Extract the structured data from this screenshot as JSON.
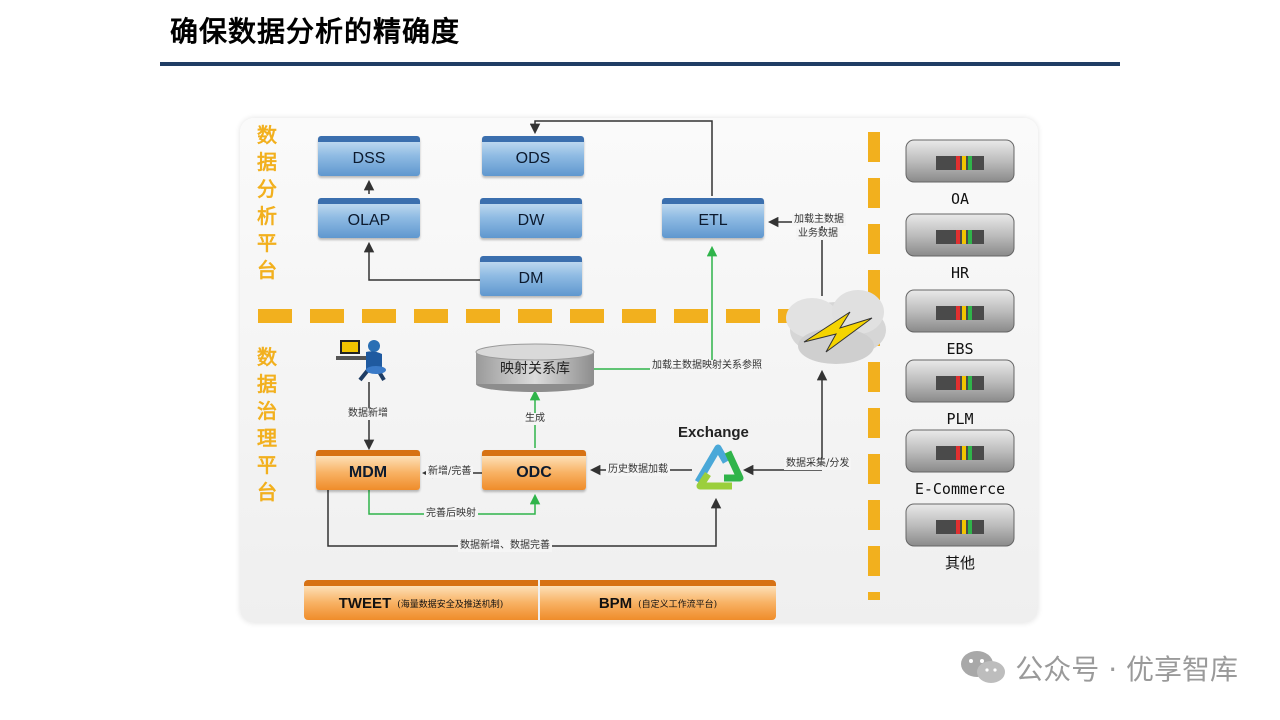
{
  "page": {
    "title": "确保数据分析的精确度"
  },
  "sections": {
    "analysis": "数据分析平台",
    "governance": "数据治理平台"
  },
  "nodes": {
    "dss": "DSS",
    "ods": "ODS",
    "olap": "OLAP",
    "dw": "DW",
    "etl": "ETL",
    "dm": "DM",
    "mdm": "MDM",
    "odc": "ODC",
    "mapping_db": "映射关系库",
    "exchange": "Exchange"
  },
  "edge_labels": {
    "load_master": "加载主数据",
    "business_data": "业务数据",
    "load_mapping": "加载主数据映射关系参照",
    "generate": "生成",
    "data_add": "数据新增",
    "add_improve": "新增/完善",
    "history_load": "历史数据加载",
    "collect_distribute": "数据采集/分发",
    "improved_mapping": "完善后映射",
    "add_and_improve": "数据新增、数据完善"
  },
  "bottom_bars": [
    {
      "name": "TWEET",
      "sub": "(海量数据安全及推送机制)"
    },
    {
      "name": "BPM",
      "sub": "(自定义工作流平台)"
    }
  ],
  "systems": [
    "OA",
    "HR",
    "EBS",
    "PLM",
    "E-Commerce",
    "其他"
  ],
  "watermark": {
    "text": "公众号 · 优享智库"
  },
  "colors": {
    "accent_orange": "#f2b01e",
    "blue_box": "#5f97cf",
    "orange_box": "#ef8c2a",
    "arrow_green": "#2fb44a",
    "title_rule": "#1f3d64"
  }
}
